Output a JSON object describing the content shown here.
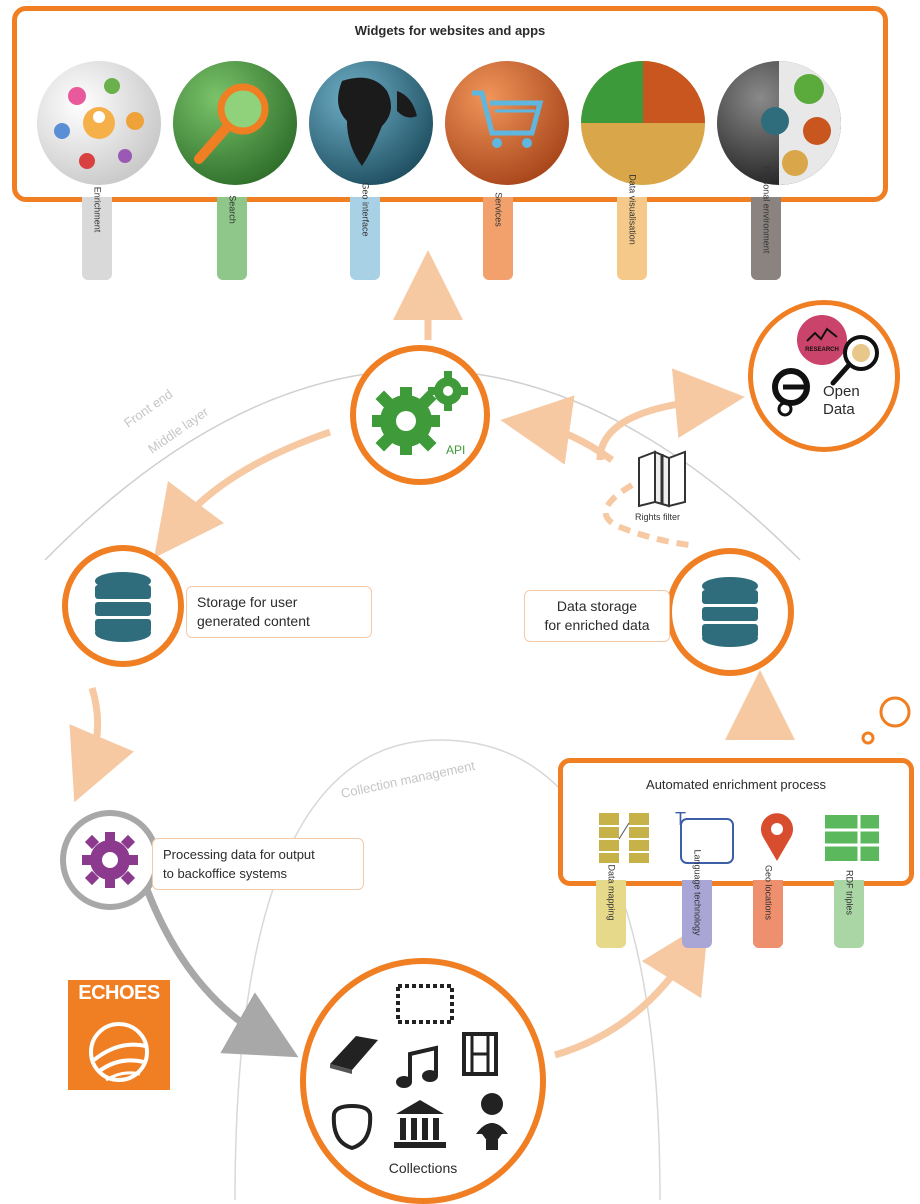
{
  "widgets": {
    "title": "Widgets for websites and apps",
    "tabs": [
      {
        "label": "Enrichment",
        "color": "#d9d9d9"
      },
      {
        "label": "Search",
        "color": "#8fc78a"
      },
      {
        "label": "Geo interface",
        "color": "#a9d1e6"
      },
      {
        "label": "Services",
        "color": "#f2a06c"
      },
      {
        "label": "Data visualisation",
        "color": "#f5c98a"
      },
      {
        "label": "Personal environment",
        "color": "#8a8380"
      }
    ]
  },
  "layers": {
    "front_end": "Front end",
    "middle_layer": "Middle layer",
    "collection_management": "Collection management"
  },
  "api": {
    "label": "API"
  },
  "open_data": {
    "research": "RESEARCH",
    "line1": "Open",
    "line2": "Data"
  },
  "rights_filter": {
    "label": "Rights filter"
  },
  "storage_user": {
    "line1": "Storage for user",
    "line2": "generated content"
  },
  "storage_enriched": {
    "line1": "Data storage",
    "line2": "for enriched data"
  },
  "processing": {
    "line1": "Processing data for output",
    "line2": "to backoffice systems"
  },
  "enrichment": {
    "title": "Automated enrichment process",
    "tabs": [
      {
        "label": "Data mapping",
        "color": "#e6d98a"
      },
      {
        "label": "Language technology",
        "color": "#a9a6d6"
      },
      {
        "label": "Geo locations",
        "color": "#ee8f6e"
      },
      {
        "label": "RDF triples",
        "color": "#a9d6a4"
      }
    ]
  },
  "collections": {
    "label": "Collections"
  },
  "logo": {
    "text": "ECHOES"
  },
  "colors": {
    "orange": "#f07f23",
    "arrow": "#f6c9a3",
    "green": "#3f9b3a",
    "teal": "#2f6d7c",
    "purple": "#8b3a8e",
    "grey": "#a8a8a8"
  }
}
